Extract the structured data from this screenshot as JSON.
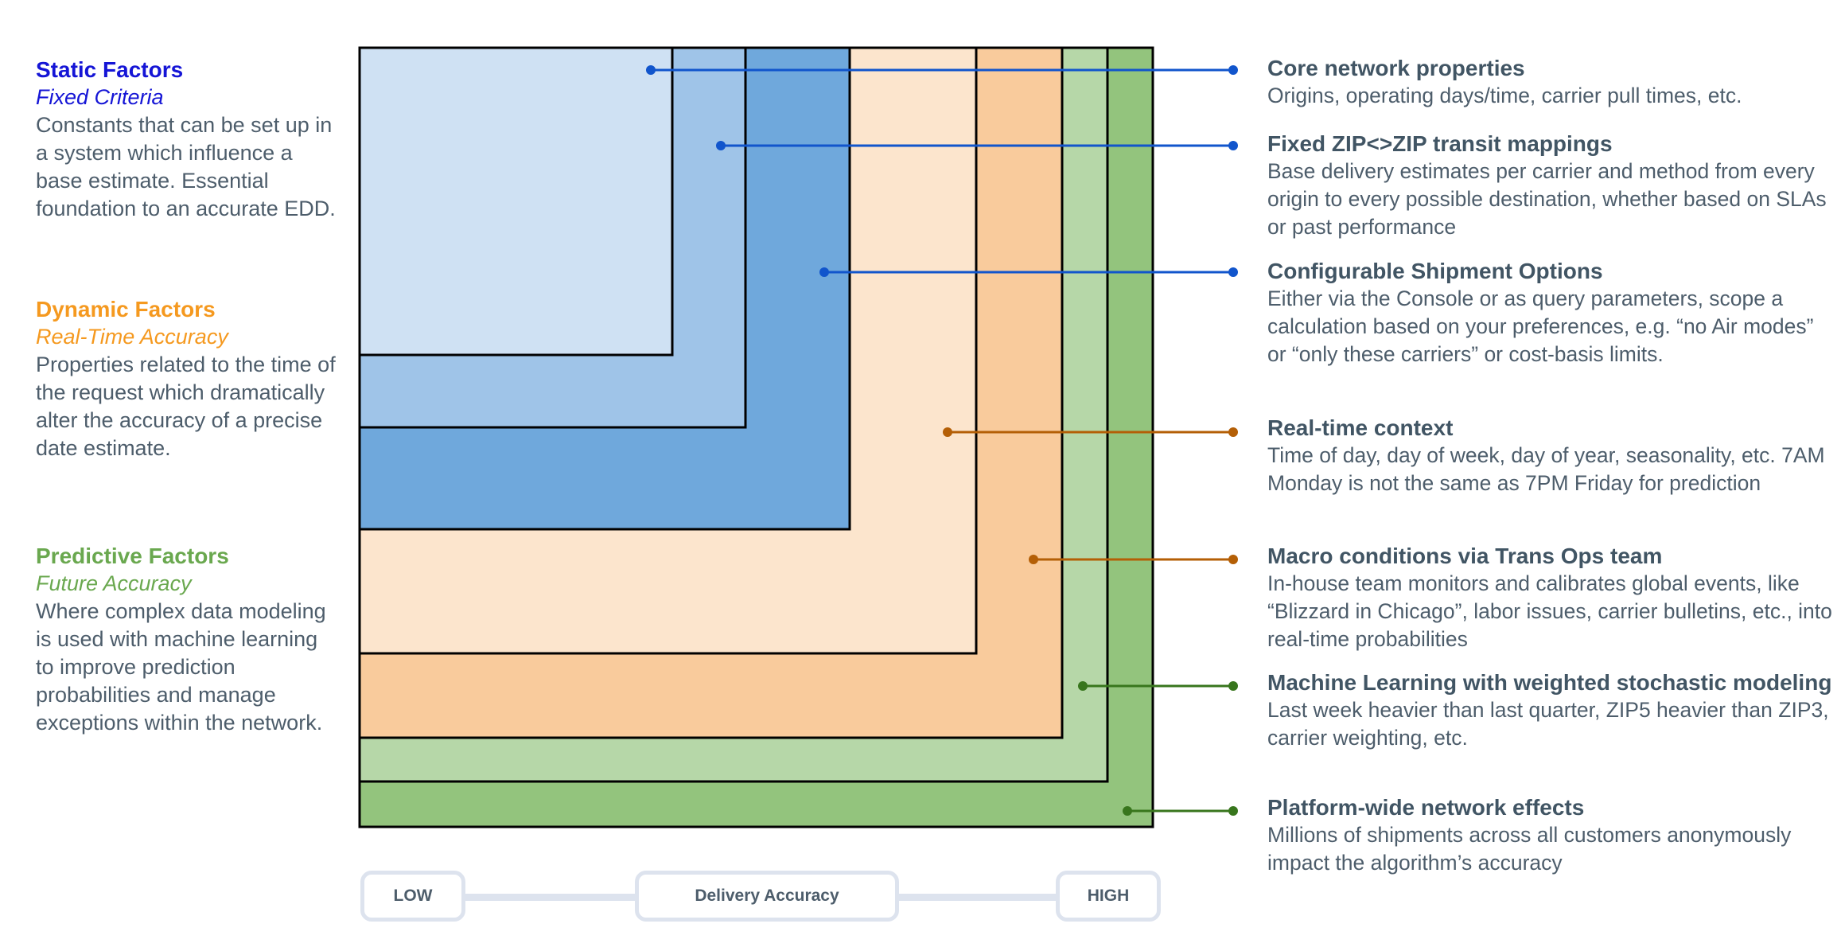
{
  "left": [
    {
      "title": "Static Factors",
      "subtitle": "Fixed Criteria",
      "description": "Constants that can be set up in a system which influence a base estimate. Essential foundation to an accurate EDD.",
      "color": "#1515d6"
    },
    {
      "title": "Dynamic Factors",
      "subtitle": "Real-Time Accuracy",
      "description": "Properties related to the time of the request which dramatically alter the accuracy of a precise date estimate.",
      "color": "#f5991f"
    },
    {
      "title": "Predictive Factors",
      "subtitle": "Future Accuracy",
      "description": "Where complex data modeling is used with machine learning to improve prediction probabilities and manage exceptions within the network.",
      "color": "#6aa84f"
    }
  ],
  "right": [
    {
      "title": "Core network properties",
      "description": "Origins, operating days/time, carrier pull times, etc."
    },
    {
      "title": "Fixed ZIP<>ZIP transit mappings",
      "description": "Base delivery estimates per carrier and method from every origin to every possible destination, whether based on SLAs or past performance"
    },
    {
      "title": "Configurable Shipment Options",
      "description": "Either via the Console or as query parameters, scope a calculation based on your preferences, e.g. “no Air modes” or “only these carriers” or cost-basis limits."
    },
    {
      "title": "Real-time context",
      "description": "Time of day, day of week, day of year, seasonality, etc. 7AM Monday is not the same as 7PM Friday for prediction"
    },
    {
      "title": "Macro conditions via Trans Ops team",
      "description": "In-house team monitors and calibrates global events, like “Blizzard in Chicago”, labor issues, carrier bulletins, etc., into real-time probabilities"
    },
    {
      "title": "Machine Learning with weighted stochastic modeling",
      "description": "Last week heavier than last quarter, ZIP5 heavier than ZIP3, carrier weighting, etc."
    },
    {
      "title": "Platform-wide network effects",
      "description": "Millions of shipments across all customers anonymously impact the algorithm’s accuracy"
    }
  ],
  "layer_colors": [
    "#cfe1f3",
    "#9fc4e8",
    "#6fa8dc",
    "#fce5cd",
    "#f9cb9c",
    "#b6d7a8",
    "#93c47d"
  ],
  "connector_colors": [
    "#1155cc",
    "#1155cc",
    "#1155cc",
    "#b45f06",
    "#b45f06",
    "#38761d",
    "#38761d"
  ],
  "scale": {
    "low": "LOW",
    "middle": "Delivery Accuracy",
    "high": "HIGH"
  }
}
